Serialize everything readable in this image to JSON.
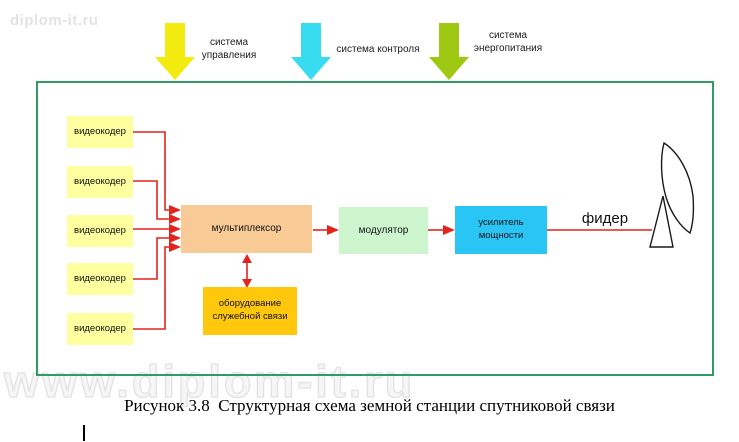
{
  "watermarks": {
    "top_left": "diplom-it.ru",
    "bottom": "www.diplom-it.ru"
  },
  "top_arrows": [
    {
      "name": "control-system",
      "label": "система управления",
      "color": "#f3ea0f"
    },
    {
      "name": "monitor-system",
      "label": "система контроля",
      "color": "#38dcf0"
    },
    {
      "name": "power-system",
      "label": "система энергопитания",
      "color": "#9fc813"
    }
  ],
  "diagram": {
    "border_color": "#2f9c63",
    "line_color": "#e3241d",
    "encoder_color": "#feff9e",
    "encoders": [
      {
        "label": "видеокодер"
      },
      {
        "label": "видеокодер"
      },
      {
        "label": "видеокодер"
      },
      {
        "label": "видеокодер"
      },
      {
        "label": "видеокодер"
      }
    ],
    "multiplexer": {
      "label": "мультиплексор",
      "color": "#f8ca96"
    },
    "modulator": {
      "label": "модулятор",
      "color": "#cef6ce"
    },
    "amplifier": {
      "label": "усилитель мощности",
      "color": "#28c5f5"
    },
    "service": {
      "label": "оборудование служебной связи",
      "color": "#ffc80d"
    },
    "feeder_label": "фидер",
    "antenna_icon": "satellite-dish-icon"
  },
  "caption": "Рисунок 3.8  Структурная схема земной станции спутниковой связи"
}
